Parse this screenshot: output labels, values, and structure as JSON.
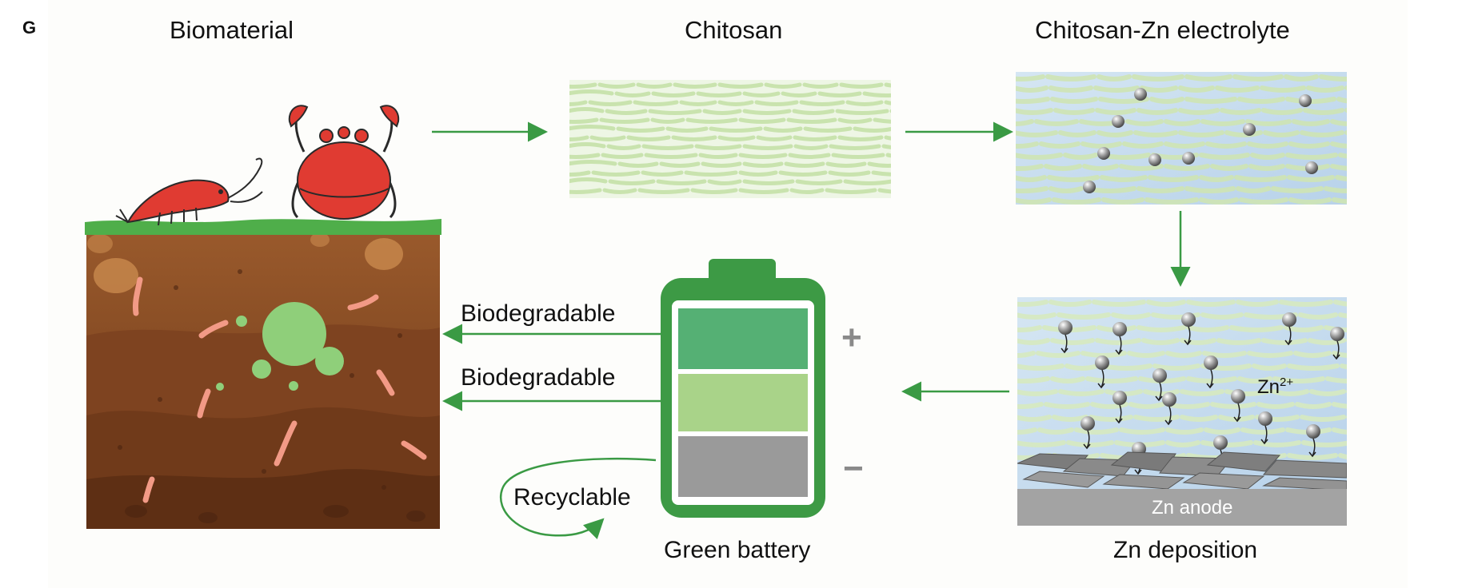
{
  "panel_letter": "G",
  "titles": {
    "biomaterial": "Biomaterial",
    "chitosan": "Chitosan",
    "electrolyte": "Chitosan-Zn electrolyte"
  },
  "arrow_labels": {
    "biodegradable_top": "Biodegradable",
    "biodegradable_bottom": "Biodegradable",
    "recyclable": "Recyclable"
  },
  "battery": {
    "caption": "Green battery",
    "plus": "+",
    "minus": "−"
  },
  "deposition": {
    "caption": "Zn deposition",
    "ion_base": "Zn",
    "ion_charge": "2+",
    "anode": "Zn anode"
  },
  "colors": {
    "arrow": "#3a9a44",
    "battery_frame": "#3d9a45",
    "cell_top": "#55b074",
    "cell_mid": "#a9d389",
    "cell_bottom": "#9a9a9a",
    "soil": "#8a4a22",
    "grass": "#4fae4a",
    "crab": "#e03b32",
    "chitosan_fiber": "#c9e3ae",
    "electrolyte_bg": "#c3daef"
  }
}
